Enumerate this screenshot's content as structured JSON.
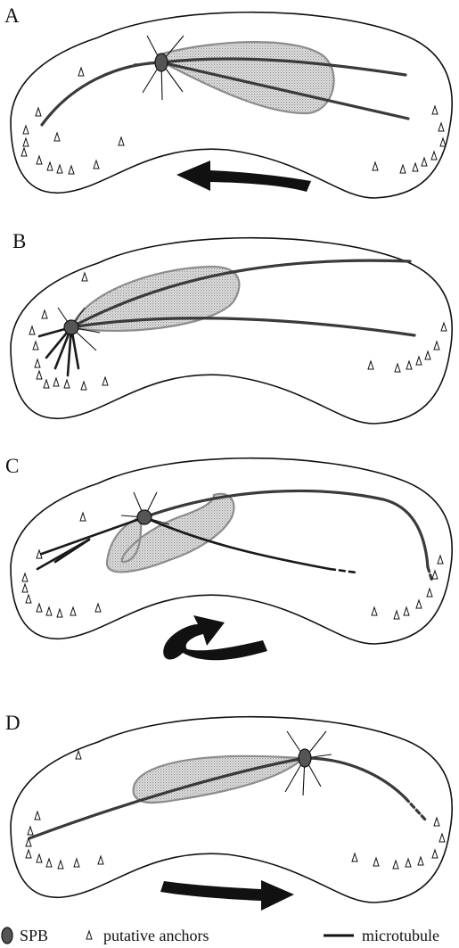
{
  "panels": [
    {
      "id": "A",
      "label": "A"
    },
    {
      "id": "B",
      "label": "B"
    },
    {
      "id": "C",
      "label": "C"
    },
    {
      "id": "D",
      "label": "D"
    }
  ],
  "legend": {
    "spb": "SPB",
    "anchors": "putative anchors",
    "microtubule": "microtubule"
  },
  "colors": {
    "outline": "#111111",
    "microtubule": "#3a3a3a",
    "nucleus_border": "#8c8c8c",
    "spb_fill": "#555555"
  }
}
